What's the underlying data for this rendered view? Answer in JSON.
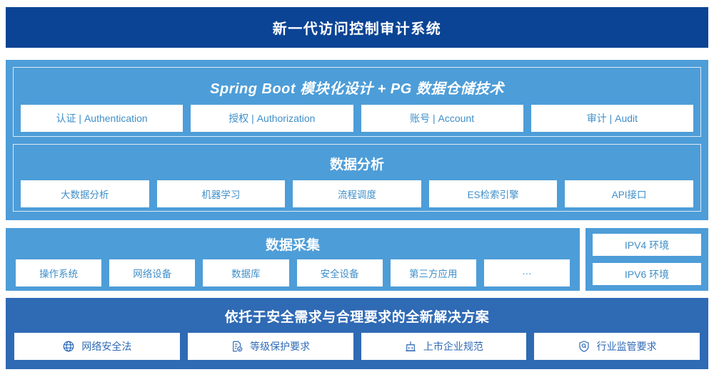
{
  "header": {
    "title": "新一代访问控制审计系统"
  },
  "platform": {
    "modules": {
      "title": "Spring Boot 模块化设计 + PG 数据仓储技术",
      "chips": [
        "认证 | Authentication",
        "授权 | Authorization",
        "账号 | Account",
        "审计 | Audit"
      ]
    },
    "analysis": {
      "title": "数据分析",
      "chips": [
        "大数据分析",
        "机器学习",
        "流程调度",
        "ES检索引擎",
        "API接口"
      ]
    }
  },
  "collection": {
    "title": "数据采集",
    "chips": [
      "操作系统",
      "网络设备",
      "数据库",
      "安全设备",
      "第三方应用",
      "···"
    ]
  },
  "environments": {
    "chips": [
      "IPV4 环境",
      "IPV6 环境"
    ]
  },
  "solution": {
    "title": "依托于安全需求与合理要求的全新解决方案",
    "chips": [
      {
        "label": "网络安全法",
        "icon": "globe-icon"
      },
      {
        "label": "等级保护要求",
        "icon": "document-check-icon"
      },
      {
        "label": "上市企业规范",
        "icon": "bank-building-icon"
      },
      {
        "label": "行业监管要求",
        "icon": "shield-search-icon"
      }
    ]
  },
  "colors": {
    "header_navy": "#0b4494",
    "panel_light_blue": "#4d9dd8",
    "panel_mid_blue": "#2f6ab4",
    "chip_text_blue": "#3f8fc9",
    "chip_bg": "#ffffff"
  }
}
